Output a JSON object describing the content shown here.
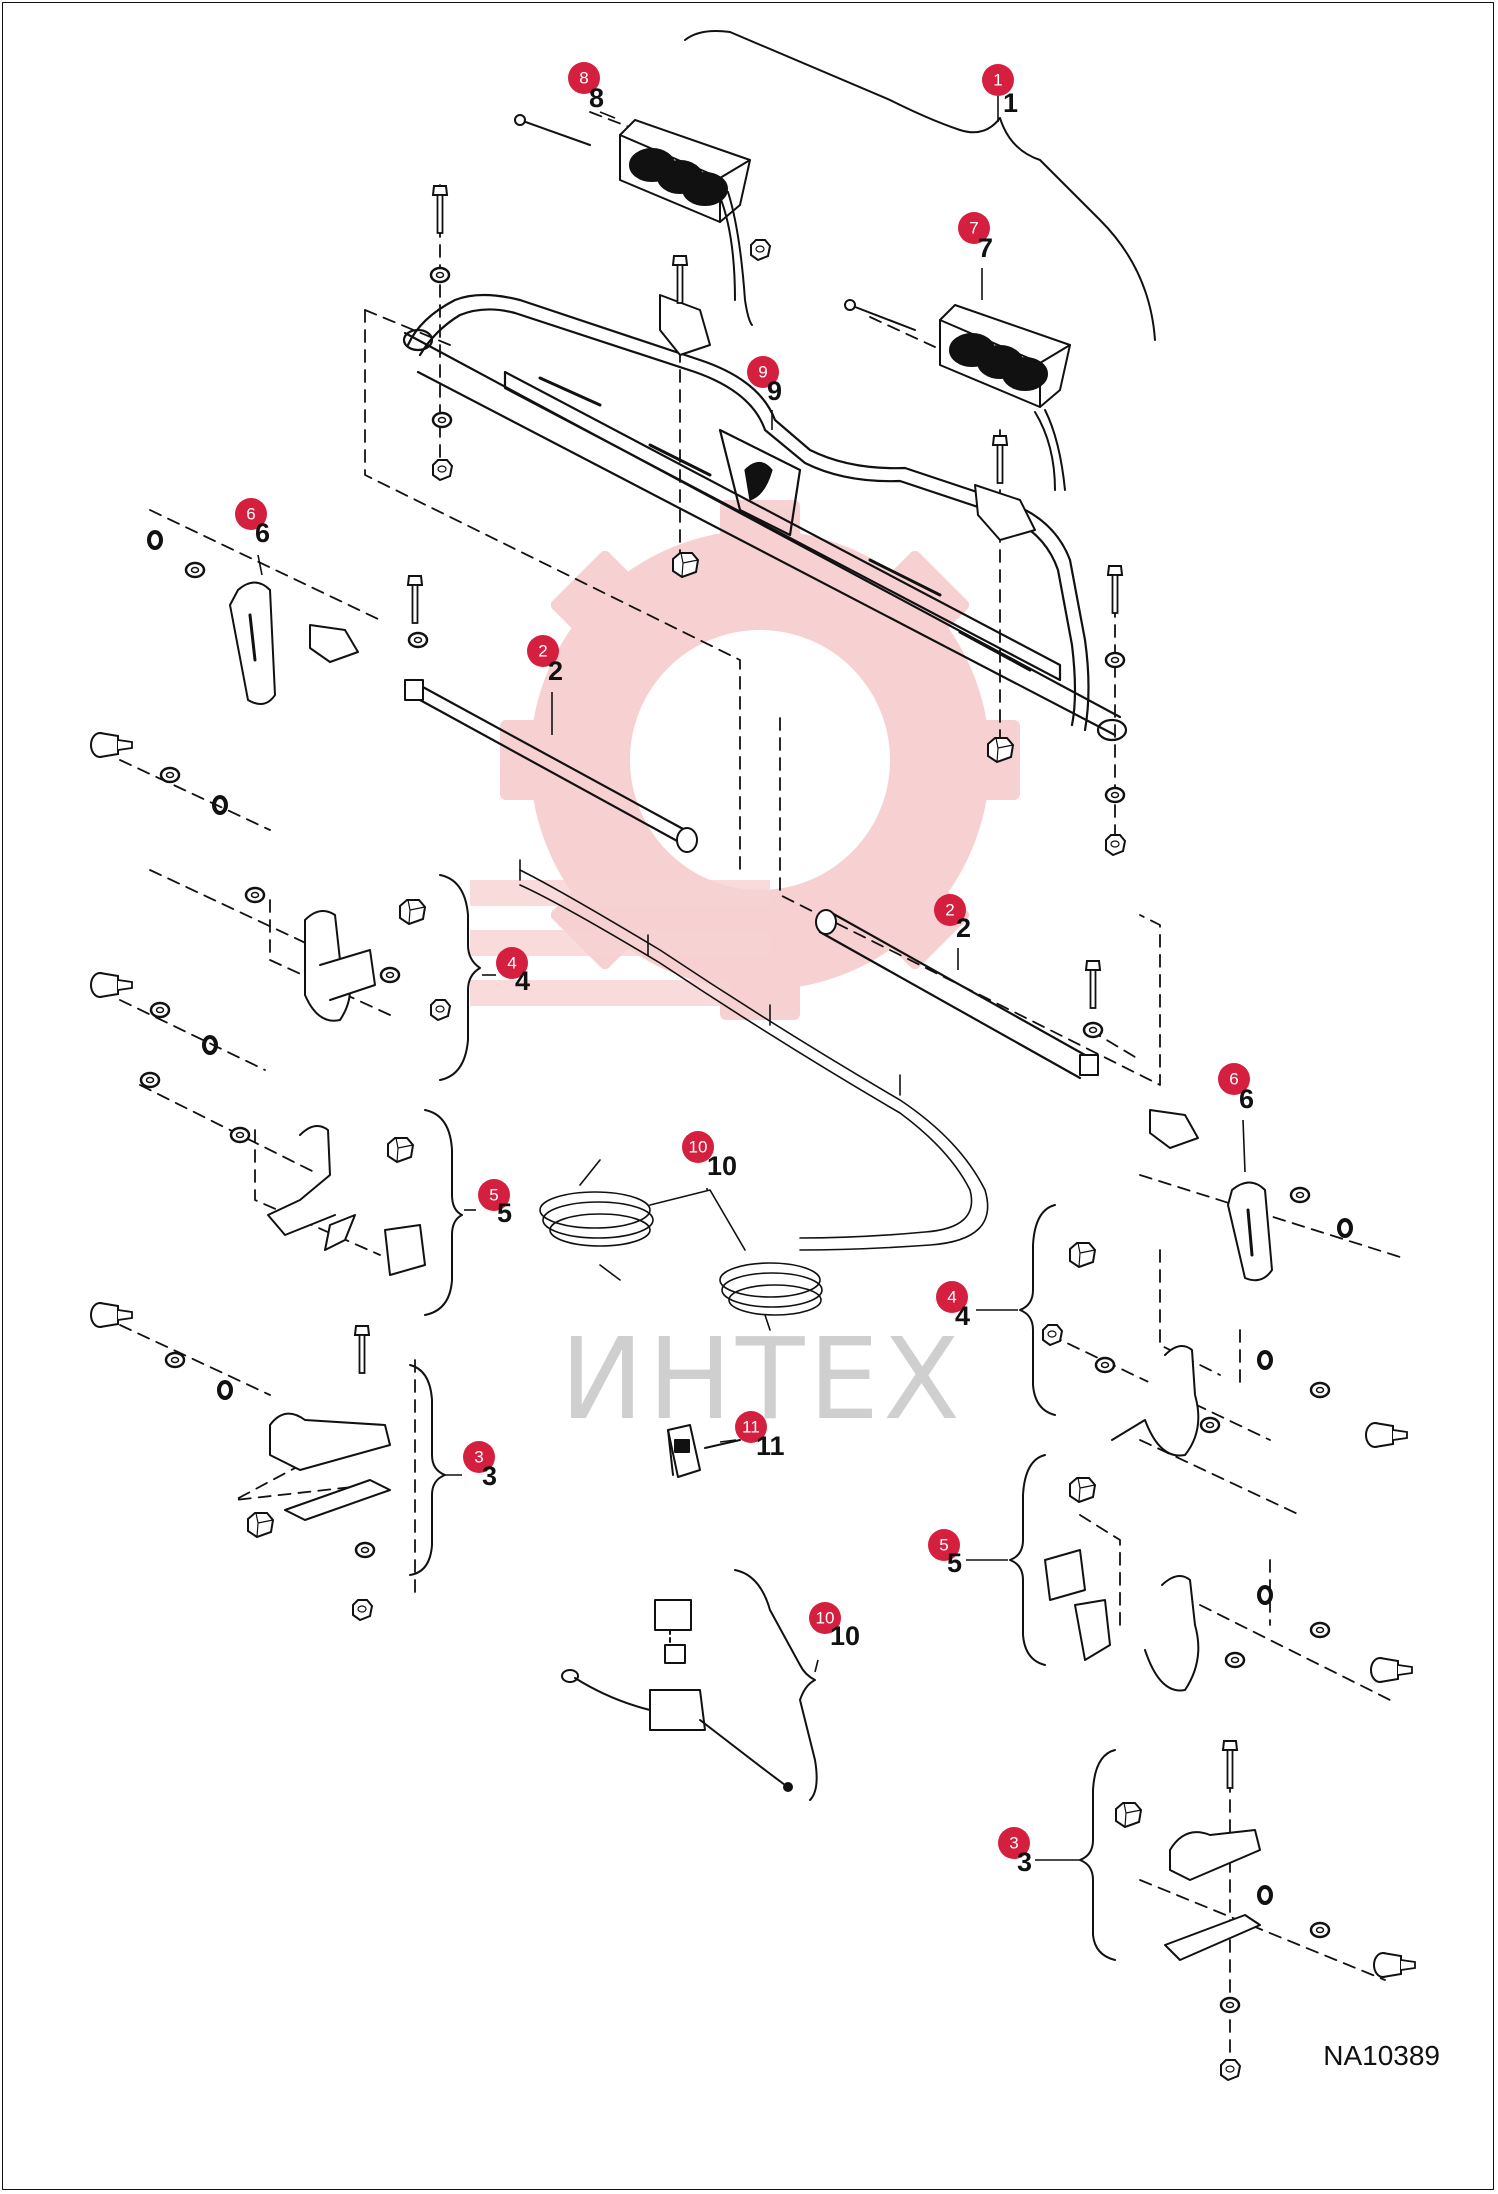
{
  "drawing_number": "NA10389",
  "watermark_text": "ИНТЕХ",
  "colors": {
    "callout": "#d51f3f",
    "line": "#111111",
    "watermark_text": "#cfcfcf",
    "watermark_gear": "#f6caca"
  },
  "callouts": [
    {
      "id": "c1",
      "number": "1",
      "label": "1"
    },
    {
      "id": "c2a",
      "number": "2",
      "label": "2"
    },
    {
      "id": "c2b",
      "number": "2",
      "label": "2"
    },
    {
      "id": "c3a",
      "number": "3",
      "label": "3"
    },
    {
      "id": "c3b",
      "number": "3",
      "label": "3"
    },
    {
      "id": "c4a",
      "number": "4",
      "label": "4"
    },
    {
      "id": "c4b",
      "number": "4",
      "label": "4"
    },
    {
      "id": "c5a",
      "number": "5",
      "label": "5"
    },
    {
      "id": "c5b",
      "number": "5",
      "label": "5"
    },
    {
      "id": "c6a",
      "number": "6",
      "label": "6"
    },
    {
      "id": "c6b",
      "number": "6",
      "label": "6"
    },
    {
      "id": "c7",
      "number": "7",
      "label": "7"
    },
    {
      "id": "c8",
      "number": "8",
      "label": "8"
    },
    {
      "id": "c9",
      "number": "9",
      "label": "9"
    },
    {
      "id": "c10a",
      "number": "10",
      "label": "10"
    },
    {
      "id": "c10b",
      "number": "10",
      "label": "10"
    },
    {
      "id": "c11",
      "number": "11",
      "label": "11"
    }
  ]
}
